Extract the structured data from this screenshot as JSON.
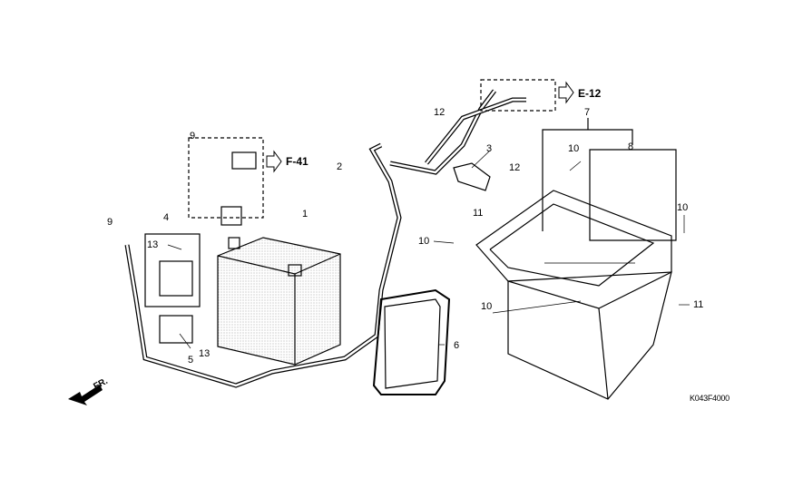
{
  "diagram": {
    "part_labels": [
      "1",
      "2",
      "3",
      "4",
      "5",
      "6",
      "7",
      "8",
      "9",
      "9",
      "10",
      "10",
      "10",
      "10",
      "11",
      "11",
      "12",
      "12",
      "13",
      "13"
    ],
    "references": {
      "f41": "F-41",
      "e12": "E-12"
    },
    "direction": "FR.",
    "diagram_code": "K043F4000"
  }
}
